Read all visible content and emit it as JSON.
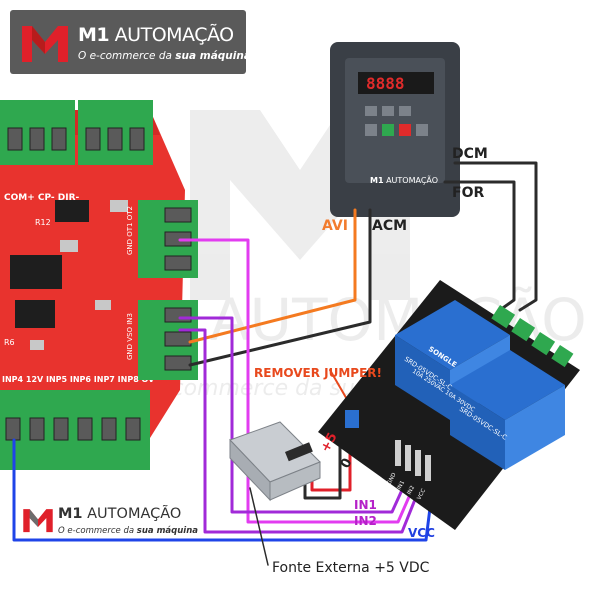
{
  "logo": {
    "brand_bold": "M1",
    "brand_rest": " AUTOMAÇÃO",
    "tagline_pre": "O e-commerce da ",
    "tagline_bold": "sua máquina"
  },
  "board_labels": {
    "com_cp_dir": "COM+ CP- DIR-",
    "outputs": "GND OT1 OT2",
    "inputs": "GND VSO IN3",
    "inp_row": "INP4 12V INP5 INP6 INP7 INP8 OV",
    "r12": "R12",
    "r6": "R6"
  },
  "vfd": {
    "display": "8888",
    "brand_bold": "M1",
    "brand_rest": " AUTOMAÇÃO"
  },
  "relay": {
    "model": "SRD-05VDC-SL-C",
    "brand": "SONGLE",
    "rating": "10A 250VAC 10A 30VDC",
    "pin_gnd": "GND",
    "pin_in1": "IN1",
    "pin_in2": "IN2",
    "pin_vcc": "VCC"
  },
  "labels": {
    "dcm": "DCM",
    "for": "FOR",
    "avi": "AVI",
    "acm": "ACM",
    "remover_jumper": "REMOVER JUMPER!",
    "plus5": "+5",
    "zero": "0",
    "in1": "IN1",
    "in2": "IN2",
    "vcc": "VCC",
    "fonte": "Fonte Externa +5 VDC"
  },
  "watermark": {
    "text1": "AUTOMAÇÃO",
    "text2": "e-commerce da sua máquina"
  },
  "colors": {
    "avi_label": "#f27c2e",
    "remover_label": "#e8491d",
    "plus5_label": "#e0202a",
    "in_label": "#b521c8",
    "vcc_label": "#1f3fe0",
    "wire_orange": "#f47a20",
    "wire_purple": "#a12ad8",
    "wire_magenta": "#e23cf0",
    "wire_blue": "#1f44e8",
    "wire_dark": "#2b2b2b",
    "wire_red": "#e0202a"
  }
}
